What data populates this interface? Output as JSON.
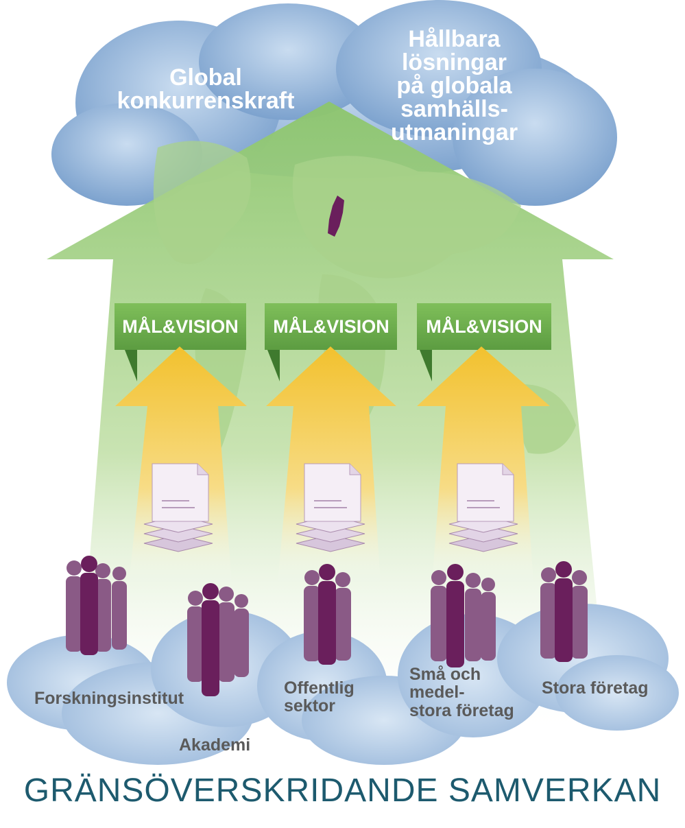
{
  "top_labels": {
    "left": "Global\nkonkurrenskraft",
    "right": "Hållbara\nlösningar\npå  globala\nsamhälls-\nutmaningar"
  },
  "banners": [
    "MÅL&VISION",
    "MÅL&VISION",
    "MÅL&VISION"
  ],
  "groups": [
    "Forskningsinstitut",
    "Akademi",
    "Offentlig\nsektor",
    "Små och\nmedel-\nstora företag",
    "Stora företag"
  ],
  "title": "GRÄNSÖVERSKRIDANDE SAMVERKAN",
  "colors": {
    "green_arrow": "#8cc56c",
    "yellow_arrow": "#f2c12e",
    "cloud_blue": "#8fb0d6",
    "people_purple": "#8a5a86",
    "people_dark": "#6a1f5c",
    "title_teal": "#1d5a6e"
  },
  "icons": [
    "cloud-icon",
    "world-map-icon",
    "sweden-highlight-icon",
    "document-stack-icon",
    "people-group-icon"
  ]
}
